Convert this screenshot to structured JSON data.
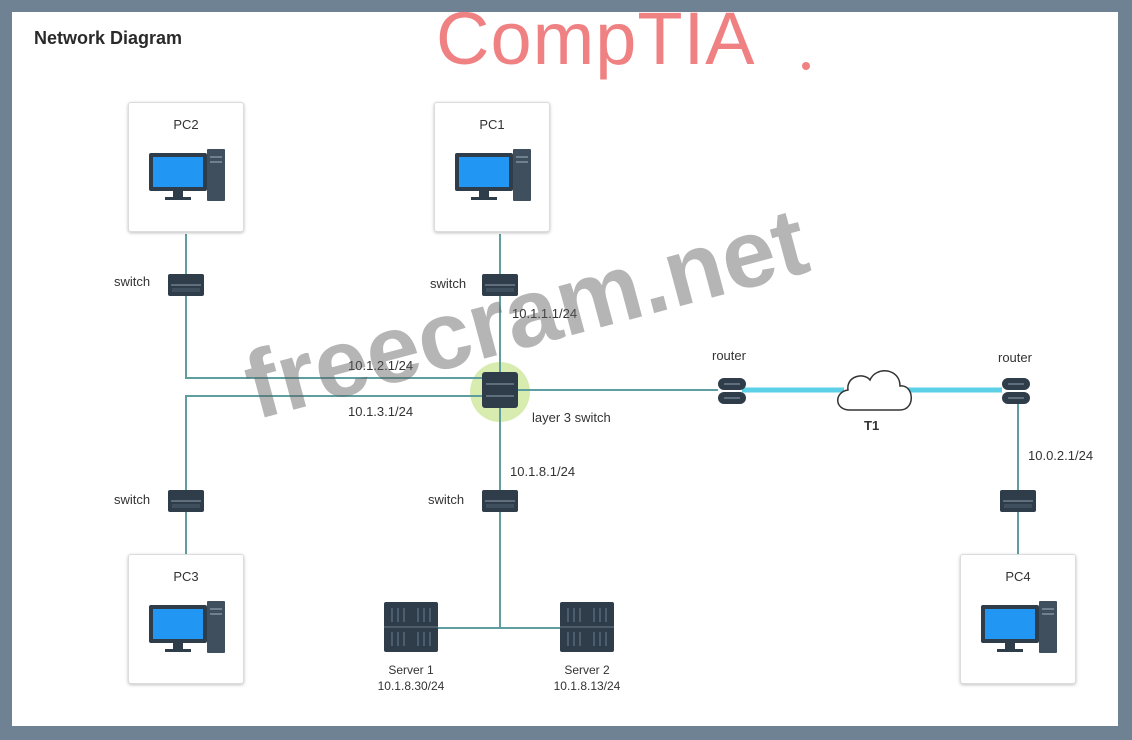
{
  "title": "Network Diagram",
  "logo": "CompTIA",
  "watermark": "freecram.net",
  "nodes": {
    "pc1": "PC1",
    "pc2": "PC2",
    "pc3": "PC3",
    "pc4": "PC4",
    "server1": {
      "name": "Server 1",
      "ip": "10.1.8.30/24"
    },
    "server2": {
      "name": "Server 2",
      "ip": "10.1.8.13/24"
    },
    "switch_label": "switch",
    "router_label": "router",
    "l3_switch": "layer 3 switch",
    "wan": "T1"
  },
  "ips": {
    "pc1_link": "10.1.1.1/24",
    "pc2_link": "10.1.2.1/24",
    "pc3_link": "10.1.3.1/24",
    "server_link": "10.1.8.1/24",
    "pc4_link": "10.0.2.1/24"
  },
  "colors": {
    "link": "#5f9ea0",
    "t1_link": "#5bd0e6",
    "device": "#2f3d4a",
    "monitor": "#2196f3",
    "highlight": "#d8ecb0"
  }
}
